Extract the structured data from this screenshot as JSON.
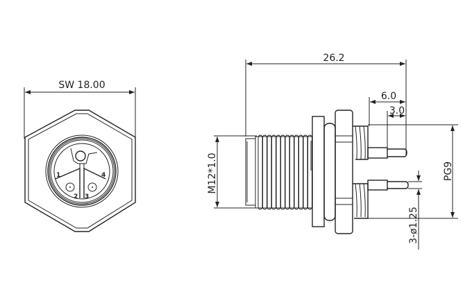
{
  "front_view": {
    "width_label": "SW 18.00",
    "pin_labels": [
      "1",
      "2",
      "3",
      "4"
    ]
  },
  "side_view": {
    "overall_length_label": "26.2",
    "pin_length_label": "6.0",
    "pin_tip_label": "3.0",
    "front_thread_label": "M12*1.0",
    "rear_thread_label": "PG9",
    "pin_diameter_label": "3-ø1.25"
  }
}
